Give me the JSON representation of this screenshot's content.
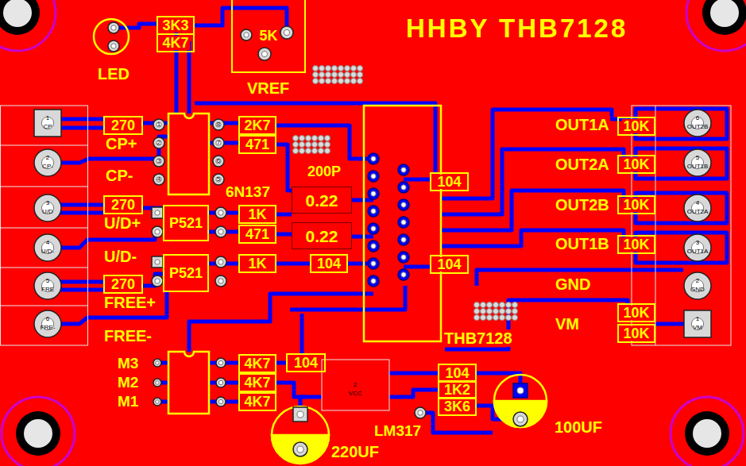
{
  "diagram": {
    "title": "HHBY THB7128",
    "nodes": [
      {
        "text": [
          "3K3"
        ]
      },
      {
        "text": [
          "4K7"
        ]
      },
      {
        "text": [
          "5K"
        ]
      },
      {
        "text": [
          "270"
        ]
      },
      {
        "text": [
          "2K7"
        ]
      },
      {
        "text": [
          "471"
        ]
      },
      {
        "text": [
          "P521"
        ]
      },
      {
        "text": [
          "270"
        ]
      },
      {
        "text": [
          "1K"
        ]
      },
      {
        "text": [
          "471"
        ]
      },
      {
        "text": [
          "P521"
        ]
      },
      {
        "text": [
          "1K"
        ]
      },
      {
        "text": [
          "104"
        ]
      },
      {
        "text": [
          "270"
        ]
      },
      {
        "text": [
          "0.22"
        ]
      },
      {
        "text": [
          "0.22"
        ]
      },
      {
        "text": [
          "104"
        ]
      },
      {
        "text": [
          "104"
        ]
      },
      {
        "text": [
          "10K"
        ]
      },
      {
        "text": [
          "10K"
        ]
      },
      {
        "text": [
          "10K"
        ]
      },
      {
        "text": [
          "10K"
        ]
      },
      {
        "text": [
          "10K"
        ]
      },
      {
        "text": [
          "10K"
        ]
      },
      {
        "text": [
          "4K7"
        ]
      },
      {
        "text": [
          "104"
        ]
      },
      {
        "text": [
          "4K7"
        ]
      },
      {
        "text": [
          "4K7"
        ]
      },
      {
        "text": [
          "104"
        ]
      },
      {
        "text": [
          "1K2"
        ]
      },
      {
        "text": [
          "3K6"
        ]
      }
    ],
    "labels": [
      "LED",
      "VREF",
      "CP+",
      "CP-",
      "U/D+",
      "U/D-",
      "FREE+",
      "FREE-",
      "6N137",
      "200P",
      "THB7128",
      "OUT1A",
      "OUT2A",
      "OUT2B",
      "OUT1B",
      "GND",
      "VM",
      "M3",
      "M2",
      "M1",
      "LM317",
      "220UF",
      "100UF",
      "1",
      "CP",
      "2",
      "CP-",
      "3",
      "U/D",
      "4",
      "U/D-",
      "5",
      "FRE",
      "6",
      "FRE-",
      "6",
      "OUT2B",
      "5",
      "OUT1B",
      "4",
      "OUT2A",
      "3",
      "OUT1A",
      "2",
      "GND",
      "1",
      "VM",
      "2",
      "VCC",
      "1",
      "2",
      "3",
      "4",
      "8",
      "7",
      "6",
      "5"
    ]
  }
}
